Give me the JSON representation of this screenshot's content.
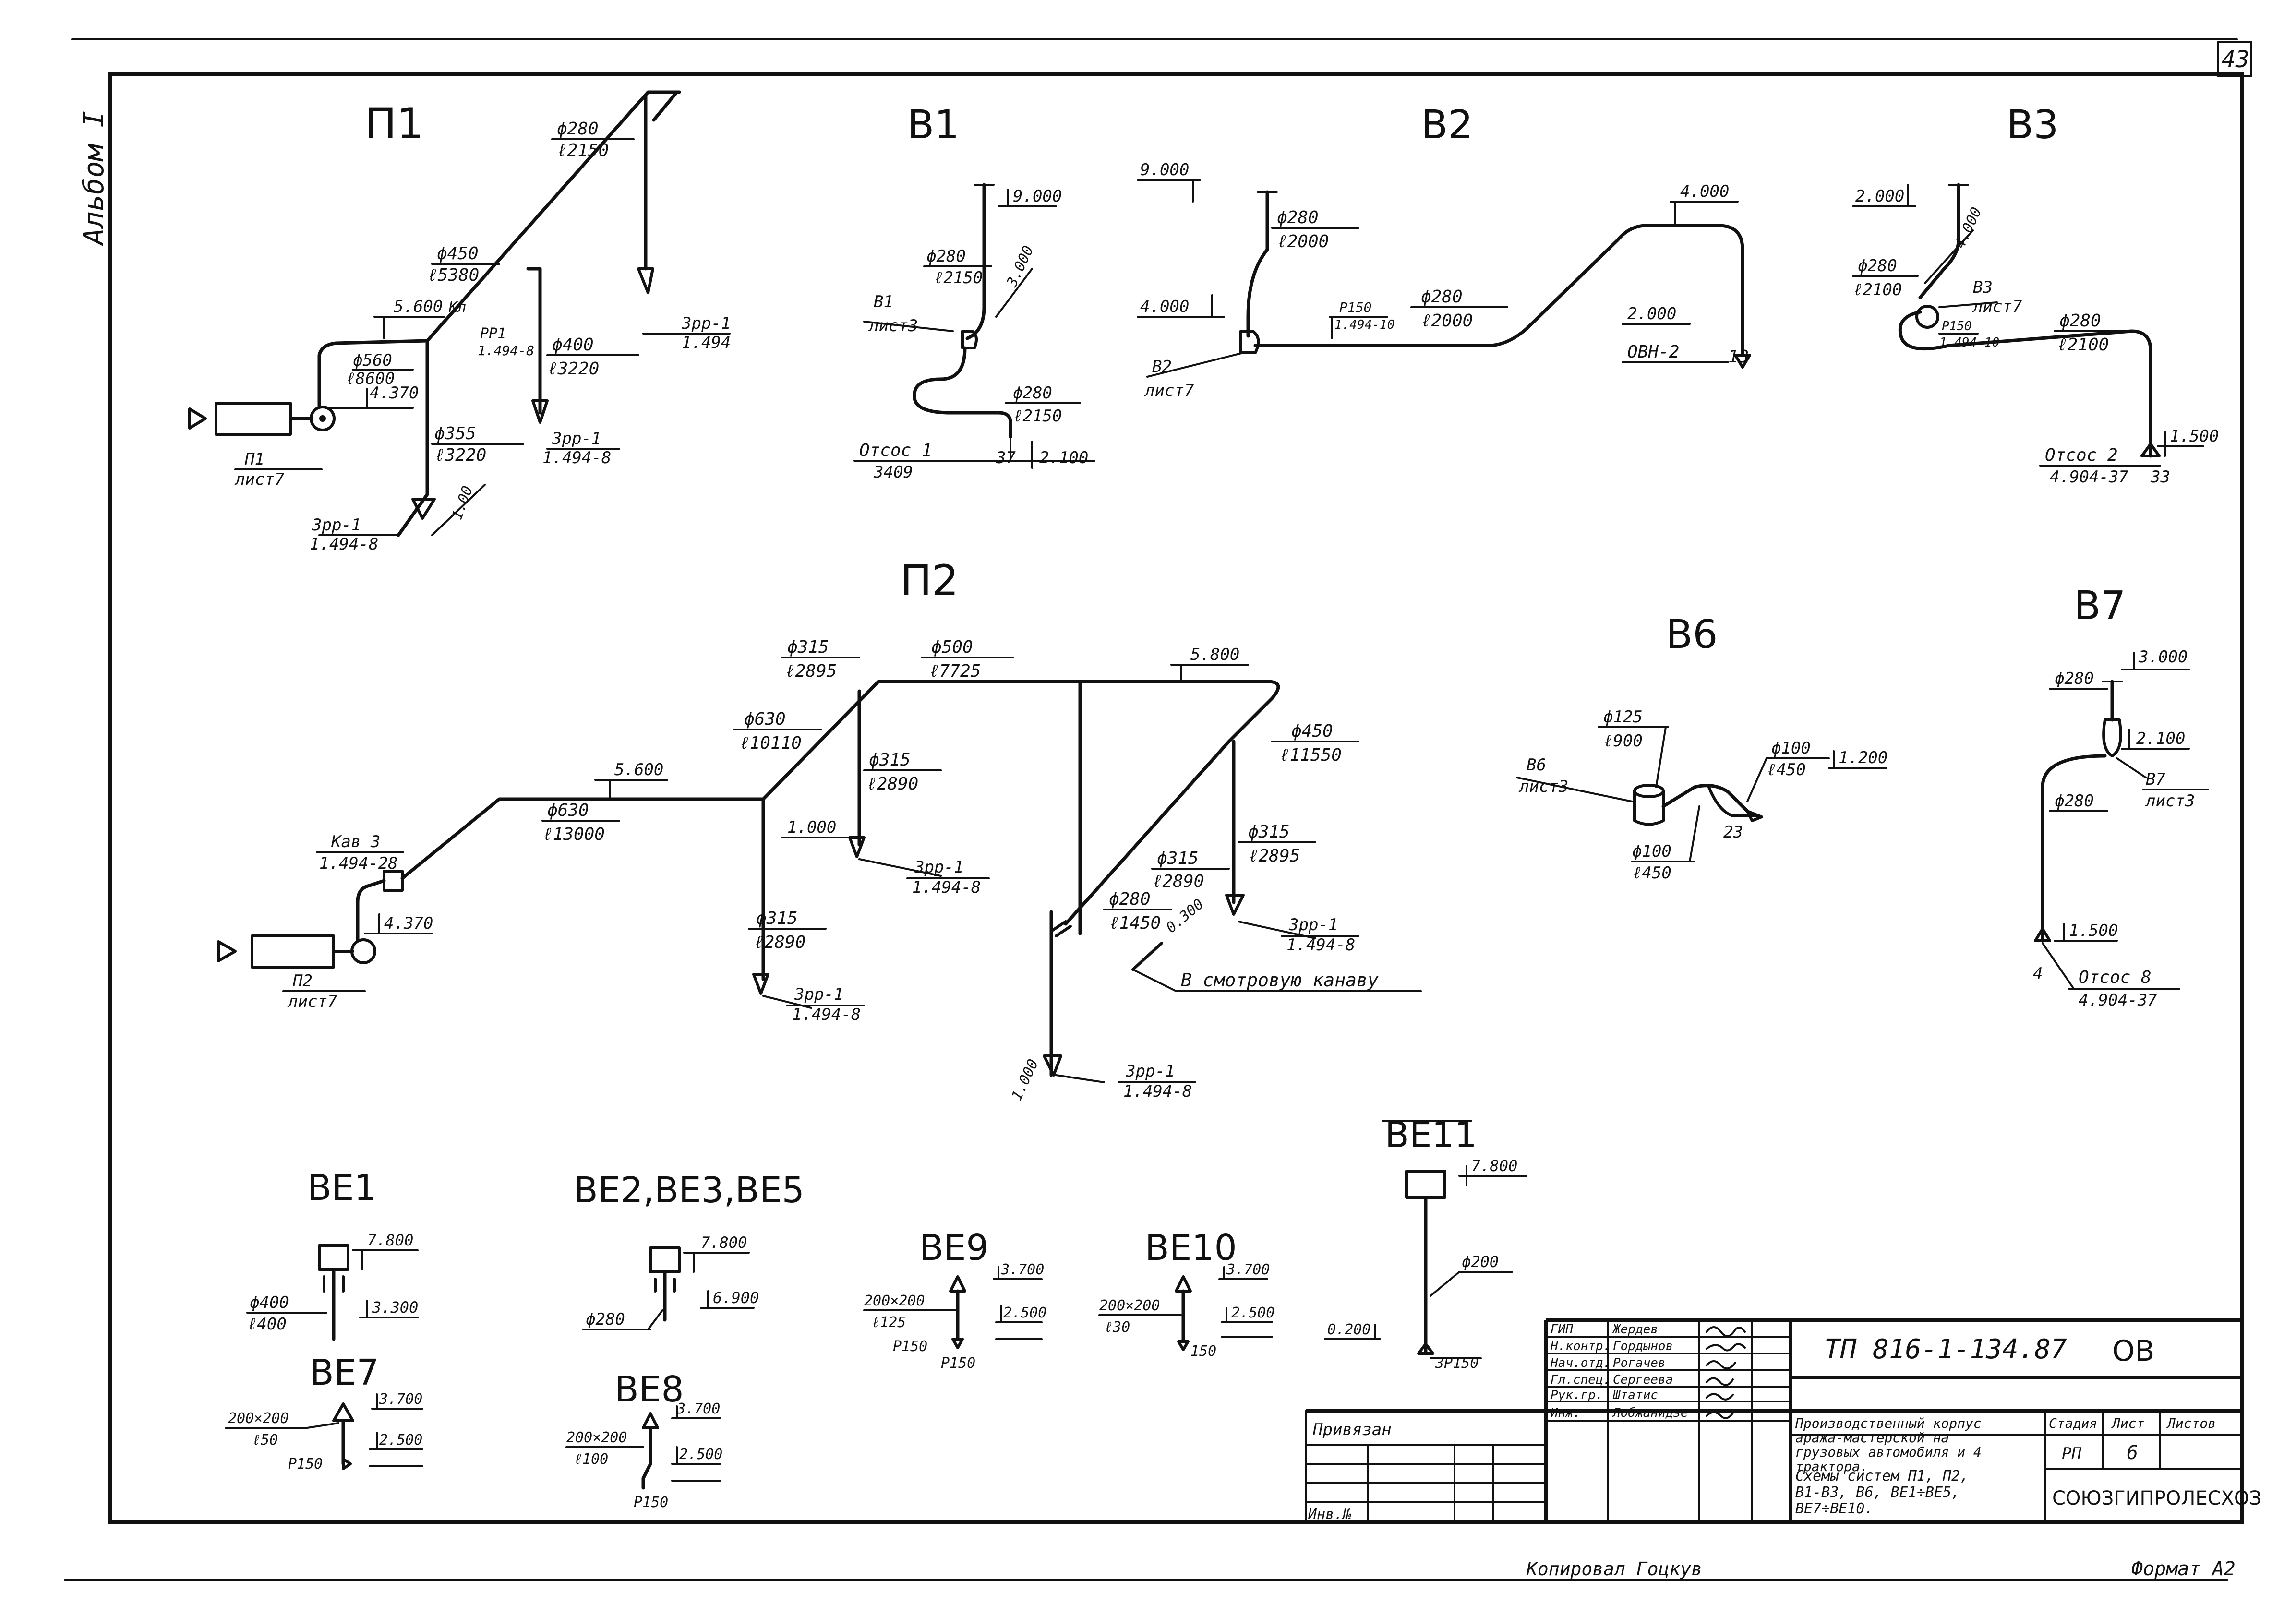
{
  "sheet": {
    "page_number": "43",
    "side_label": "Альбом I",
    "copied_by": "Копировал Гоцкув",
    "format": "Формат А2"
  },
  "titles": {
    "p1": "П1",
    "v1": "В1",
    "v2": "В2",
    "v3": "В3",
    "p2": "П2",
    "v6": "В6",
    "v7": "В7",
    "be1": "ВЕ1",
    "be235": "ВЕ2,ВЕ3,ВЕ5",
    "be9": "ВЕ9",
    "be10": "ВЕ10",
    "be11": "ВЕ11",
    "be7": "ВЕ7",
    "be8": "ВЕ8"
  },
  "p1": {
    "d280": "ϕ280",
    "l2150": "ℓ2150",
    "d450": "ϕ450",
    "l5380": "ℓ5380",
    "e5600": "5.600",
    "kl": "Кл",
    "rp1": "РР1",
    "rp1_code": "1.494-8",
    "d560": "ϕ560",
    "l8600": "ℓ8600",
    "e4370": "4.370",
    "d400": "ϕ400",
    "l3220a": "ℓ3220",
    "d355": "ϕ355",
    "l3220b": "ℓ3220",
    "zrp_top": "3рр-1",
    "zrp_top_code": "1.494",
    "zrp_mid": "3рр-1",
    "zrp_mid_code": "1.494-8",
    "zrp_bot": "3рр-1",
    "zrp_bot_code": "1.494-8",
    "e100": "1.00",
    "unit": "П1",
    "sheet": "лист7"
  },
  "v1": {
    "e9000": "9.000",
    "d280a": "ϕ280",
    "l2150a": "ℓ2150",
    "e3000": "3.000",
    "unit": "В1",
    "sheet": "лист3",
    "d280b": "ϕ280",
    "l2150b": "ℓ2150",
    "otsos": "Отсос 1",
    "otsos_code": "3409",
    "n37": "37",
    "e2100": "2.100"
  },
  "v2": {
    "e9000": "9.000",
    "d280a": "ϕ280",
    "l2000a": "ℓ2000",
    "e4000a": "4.000",
    "p150": "Р150",
    "p150_code": "1.494-10",
    "d280b": "ϕ280",
    "l2000b": "ℓ2000",
    "e4000b": "4.000",
    "e2000": "2.000",
    "ovn": "ОВН-2",
    "n13": "13",
    "unit": "В2",
    "sheet": "лист7"
  },
  "v3": {
    "e2000": "2.000",
    "e4000": "4.000",
    "d280a": "ϕ280",
    "l2100a": "ℓ2100",
    "unit": "В3",
    "sheet": "лист7",
    "p150": "Р150",
    "p150_code": "1.494-10",
    "d280b": "ϕ280",
    "l2100b": "ℓ2100",
    "otsos": "Отсос 2",
    "otsos_code": "4.904-37",
    "n33": "33",
    "e1500": "1.500"
  },
  "p2": {
    "d315a": "ϕ315",
    "l2895a": "ℓ2895",
    "d500": "ϕ500",
    "l7725": "ℓ7725",
    "e5800": "5.800",
    "d630a": "ϕ630",
    "l10110": "ℓ10110",
    "e5600": "5.600",
    "d450": "ϕ450",
    "l11550": "ℓ11550",
    "d315b": "ϕ315",
    "l2890a": "ℓ2890",
    "kav": "Кав 3",
    "kav_code": "1.494-28",
    "d630b": "ϕ630",
    "l13000": "ℓ13000",
    "e1000": "1.000",
    "zrp1": "3рр-1",
    "zrp1_code": "1.494-8",
    "d315c": "ϕ315",
    "l2895b": "ℓ2895",
    "d315d": "ϕ315",
    "l2890b": "ℓ2890",
    "e4370": "4.370",
    "d315e": "ϕ315",
    "l2890c": "ℓ2890",
    "d280": "ϕ280",
    "l1450": "ℓ1450",
    "e0300": "0.300",
    "zrp2": "3рр-1",
    "zrp2_code": "1.494-8",
    "kanava": "В смотровую канаву",
    "zrp3": "3рр-1",
    "zrp3_code": "1.494-8",
    "unit": "П2",
    "sheet": "лист7",
    "e1000b": "1.000",
    "zrp4": "3рр-1",
    "zrp4_code": "1.494-8"
  },
  "v6": {
    "d125": "ϕ125",
    "l900": "ℓ900",
    "d100a": "ϕ100",
    "l450a": "ℓ450",
    "e1200": "1.200",
    "unit": "В6",
    "sheet": "лист3",
    "d100b": "ϕ100",
    "l450b": "ℓ450",
    "n23": "23"
  },
  "v7": {
    "e3000": "3.000",
    "d280a": "ϕ280",
    "e2100": "2.100",
    "unit": "В7",
    "sheet": "лист3",
    "d280b": "ϕ280",
    "e1500": "1.500",
    "n4": "4",
    "otsos": "Отсос 8",
    "otsos_code": "4.904-37"
  },
  "be1": {
    "e7800": "7.800",
    "d400": "ϕ400",
    "l400": "ℓ400",
    "e3300": "3.300"
  },
  "be235": {
    "e7800": "7.800",
    "e6900": "6.900",
    "d280": "ϕ280"
  },
  "be9": {
    "e3700": "3.700",
    "size": "200×200",
    "l125": "ℓ125",
    "e2500": "2.500",
    "p150a": "Р150",
    "p150b": "Р150"
  },
  "be10": {
    "e3700": "3.700",
    "size": "200×200",
    "l30": "ℓ30",
    "e2500": "2.500",
    "p150": "150"
  },
  "be11": {
    "e7800": "7.800",
    "d200": "ϕ200",
    "e0200": "0.200",
    "p150": "3Р150"
  },
  "be7": {
    "e3700": "3.700",
    "size": "200×200",
    "l50": "ℓ50",
    "e2500": "2.500",
    "p150": "Р150"
  },
  "be8": {
    "e3700": "3.700",
    "size": "200×200",
    "l100": "ℓ100",
    "e2500": "2.500",
    "p150": "Р150"
  },
  "stamp": {
    "code": "ТП 816-1-134.87",
    "section": "ОВ",
    "roles": [
      "ГИП",
      "Н.контр.",
      "Нач.отд.",
      "Гл.спец.",
      "Рук.гр.",
      "Инж."
    ],
    "names": [
      "Жердев",
      "Гордынов",
      "Рогачев",
      "Сергеева",
      "Штатис",
      "Лобжанидзе"
    ],
    "privyazan": "Привязан",
    "inv": "Инв.№",
    "project_title": "Производственный корпус гаража-мастерской на 4 грузовых автомобиля и 4 трактора.",
    "sheet_title": "Схемы систем П1, П2, В1-В3, В6, ВЕ1÷ВЕ5, ВЕ7÷ВЕ10.",
    "stage_label": "Стадия",
    "sheet_label": "Лист",
    "sheets_label": "Листов",
    "stage": "РП",
    "sheet_no": "6",
    "org": "СОЮЗГИПРОЛЕСХОЗ"
  }
}
